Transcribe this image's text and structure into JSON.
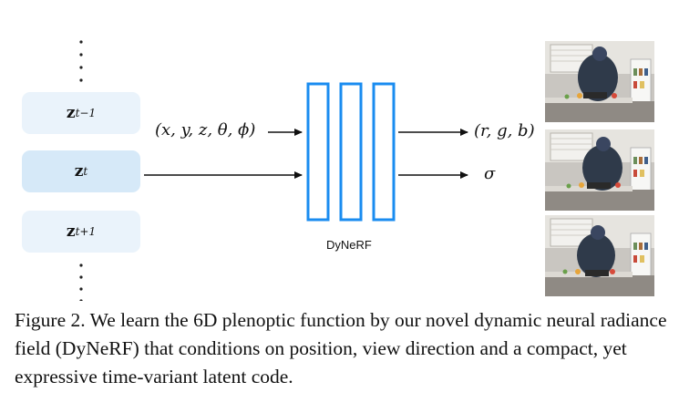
{
  "figure": {
    "latents": [
      {
        "symbol": "z",
        "subscript": "t−1"
      },
      {
        "symbol": "z",
        "subscript": "t"
      },
      {
        "symbol": "z",
        "subscript": "t+1"
      }
    ],
    "input_label": "(x, y, z, θ, ϕ)",
    "output_rgb": "(r, g, b)",
    "output_sigma": "σ",
    "network_label": "DyNeRF",
    "colors": {
      "layer_stroke": "#1a8cf0",
      "latent_light": "#eaf3fb",
      "latent_mid": "#d6e9f8"
    },
    "frames": [
      "kitchen-frame-1",
      "kitchen-frame-2",
      "kitchen-frame-3"
    ]
  },
  "caption": {
    "text": "Figure 2. We learn the 6D plenoptic function by our novel dynamic neural radiance field (DyNeRF) that conditions on position, view direction and a compact, yet expressive time-variant latent code."
  }
}
